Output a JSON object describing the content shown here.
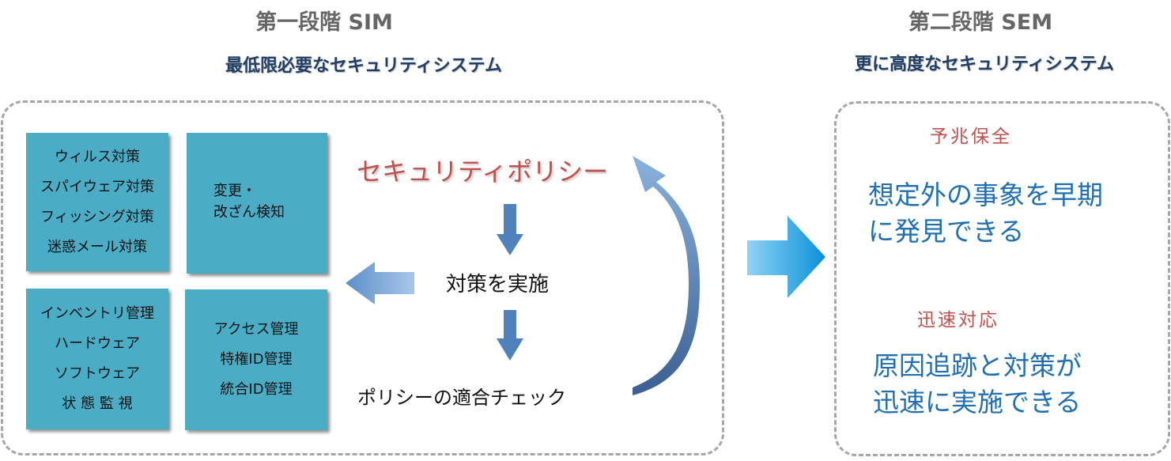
{
  "stage1": {
    "title": "第一段階 SIM",
    "subtitle": "最低限必要なセキュリティシステム"
  },
  "stage2": {
    "title": "第二段階 SEM",
    "subtitle": "更に高度なセキュリティシステム"
  },
  "tiles": {
    "malware": {
      "lines": [
        "ウィルス対策",
        "スパイウェア対策",
        "フィッシング対策",
        "迷惑メール対策"
      ]
    },
    "change_detection": {
      "lines": [
        "変更・",
        "改ざん検知"
      ]
    },
    "inventory": {
      "lines": [
        "インベントリ管理",
        "ハードウェア",
        "ソフトウェア",
        "状 態 監 視"
      ]
    },
    "access": {
      "lines": [
        "アクセス管理",
        "特権ID管理",
        "統合ID管理"
      ]
    }
  },
  "flow": {
    "policy": "セキュリティポリシー",
    "implement": "対策を実施",
    "compliance_check": "ポリシーの適合チェック"
  },
  "sem": {
    "predictive": {
      "heading": "予兆保全",
      "body_lines": [
        "想定外の事象を早期",
        "に発見できる"
      ]
    },
    "rapid": {
      "heading": "迅速対応",
      "body_lines": [
        "原因追跡と対策が",
        "迅速に実施できる"
      ]
    }
  },
  "colors": {
    "tile": "#4bacc6",
    "arrow_blue": "#4f81bd",
    "policy_red": "#c0504d",
    "sem_blue": "#1f6fb2",
    "heading_gray": "#666666",
    "subtitle_navy": "#1f3f66",
    "dash_gray": "#a6a6a6"
  }
}
